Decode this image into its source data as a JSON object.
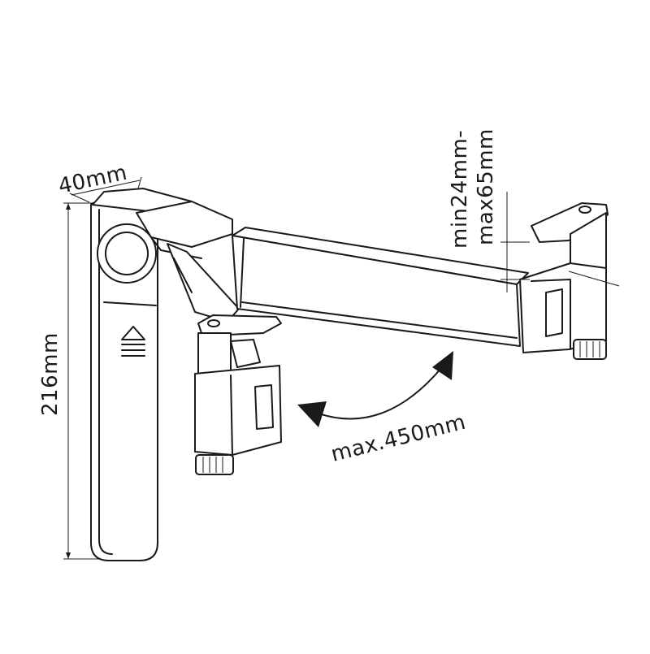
{
  "dimensions": {
    "width_label": "40mm",
    "height_label": "216mm",
    "clamp_range_line1": "min24mm-",
    "clamp_range_line2": "max65mm",
    "reach_label": "max.450mm"
  },
  "colors": {
    "line": "#1a1a1a",
    "background": "#ffffff"
  },
  "icons": [
    "swing-arc-arrow-icon",
    "eject-arrow-icon"
  ]
}
